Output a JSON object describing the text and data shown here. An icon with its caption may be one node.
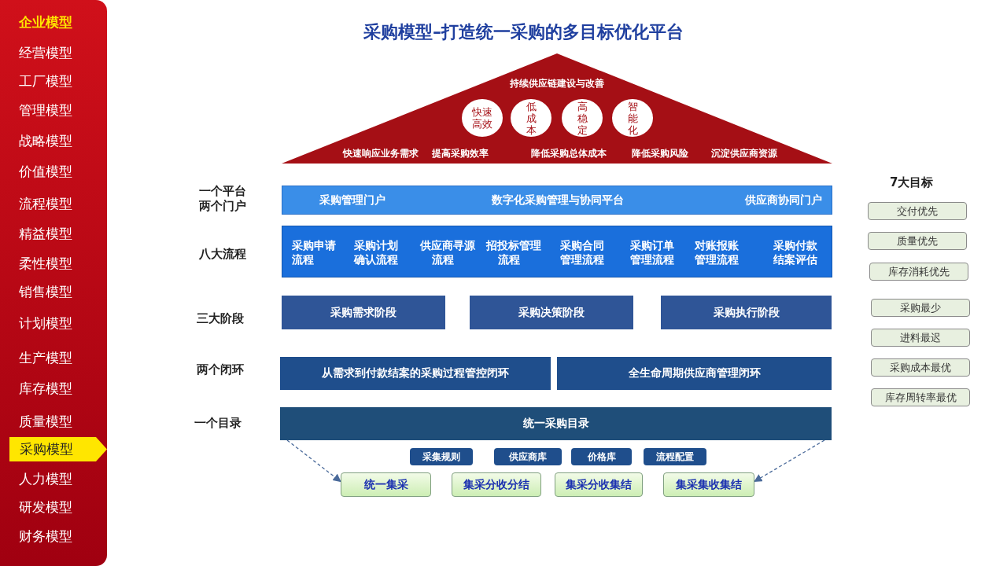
{
  "diagram": {
    "title": "采购模型–打造统一采购的多目标优化平台",
    "nodes": [
      {
        "text": [
          "企业模型",
          "经营模型",
          "工厂模型",
          "管理模型",
          "战略模型",
          "价值模型",
          "流程模型",
          "精益模型",
          "柔性模型",
          "销售模型",
          "计划模型",
          "生产模型",
          "库存模型",
          "质量模型",
          "人力模型",
          "研发模型",
          "财务模型"
        ]
      },
      {
        "text": [
          "采购模型"
        ],
        "in": 0
      },
      {
        "text": [
          "持续供应链建设与改善",
          "快速响应业务需求",
          "提高采购效率",
          "降低采购总体成本",
          "降低采购风险",
          "沉淀供应商资源"
        ]
      },
      {
        "text": [
          "快速高效"
        ],
        "in": 2
      },
      {
        "text": [
          "低成本"
        ],
        "in": 2
      },
      {
        "text": [
          "高稳定"
        ],
        "in": 2
      },
      {
        "text": [
          "智能化"
        ],
        "in": 2
      },
      {
        "text": [
          "采购管理门户",
          "数字化采购管理与协同平台",
          "供应商协同门户"
        ]
      },
      {
        "text": [
          "采购申请流程",
          "采购计划确认流程",
          "供应商寻源流程",
          "招投标管理流程",
          "采购合同管理流程",
          "采购订单管理流程",
          "对账报账管理流程",
          "采购付款结案评估"
        ]
      },
      {
        "text": [
          "采购需求阶段"
        ]
      },
      {
        "text": [
          "采购决策阶段"
        ]
      },
      {
        "text": [
          "采购执行阶段"
        ]
      },
      {
        "text": [
          "从需求到付款结案的采购过程管控闭环"
        ]
      },
      {
        "text": [
          "全生命周期供应商管理闭环"
        ]
      },
      {
        "text": [
          "统一采购目录"
        ]
      },
      {
        "text": [
          "采集规则"
        ]
      },
      {
        "text": [
          "供应商库"
        ]
      },
      {
        "text": [
          "价格库"
        ]
      },
      {
        "text": [
          "流程配置"
        ]
      },
      {
        "text": [
          "统一集采"
        ]
      },
      {
        "text": [
          "集采分收分结"
        ]
      },
      {
        "text": [
          "集采分收集结"
        ]
      },
      {
        "text": [
          "集采集收集结"
        ]
      },
      {
        "text": [
          "交付优先"
        ]
      },
      {
        "text": [
          "质量优先"
        ]
      },
      {
        "text": [
          "库存消耗优先"
        ]
      },
      {
        "text": [
          "采购最少"
        ]
      },
      {
        "text": [
          "进料最迟"
        ]
      },
      {
        "text": [
          "采购成本最优"
        ]
      },
      {
        "text": [
          "库存周转率最优"
        ]
      }
    ],
    "edges": [
      {
        "from": 14,
        "to": 19,
        "arrow": "to",
        "style": "dashed"
      },
      {
        "from": 14,
        "to": 22,
        "arrow": "to",
        "style": "dashed"
      }
    ],
    "labels": [
      "一个平台两个门户",
      "八大流程",
      "三大阶段",
      "两个闭环",
      "一个目录",
      "7大目标"
    ]
  }
}
